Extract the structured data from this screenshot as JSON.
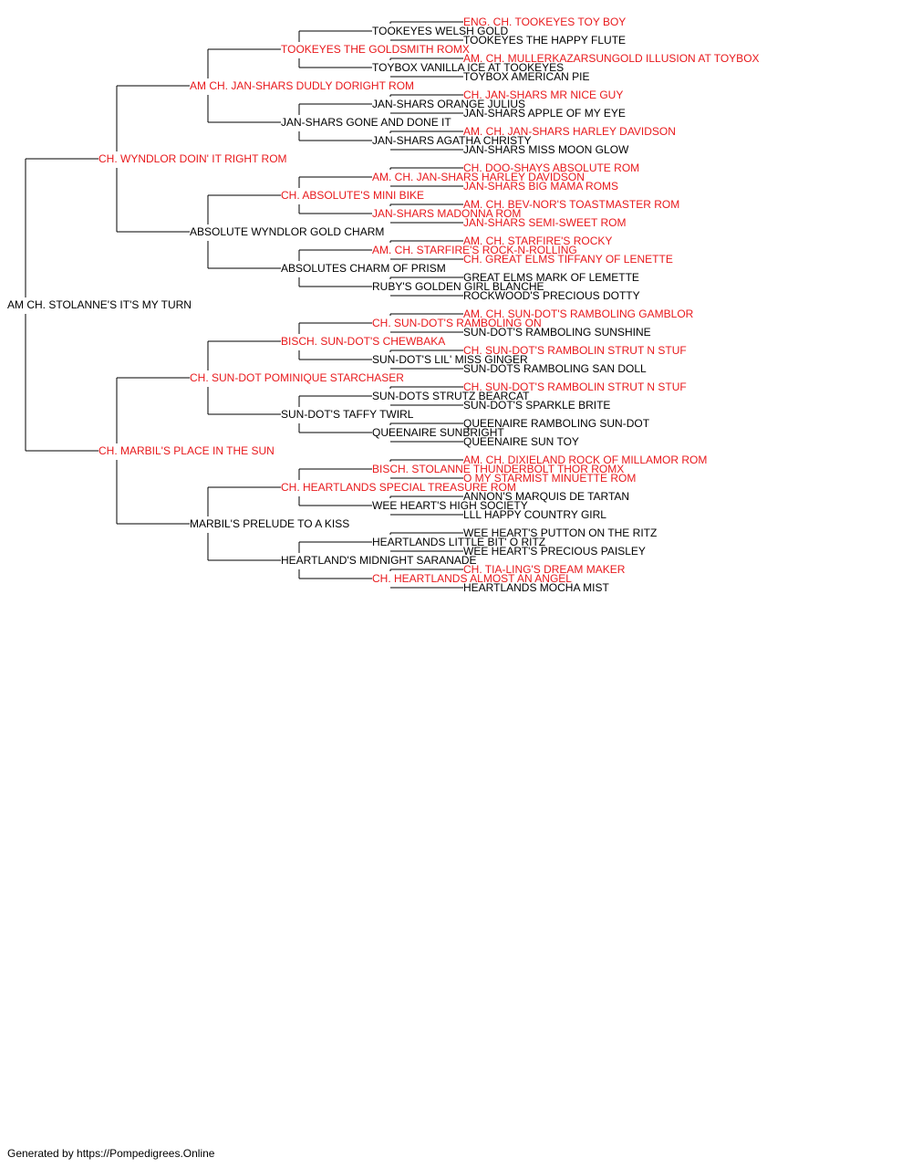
{
  "colors": {
    "champion": "#e8191c",
    "normal": "#000000",
    "line": "#000000"
  },
  "root": {
    "name": "AM CH. STOLANNE'S IT'S MY TURN",
    "champion": false
  },
  "parents": [
    {
      "name": "CH. WYNDLOR DOIN' IT RIGHT ROM",
      "champion": true
    },
    {
      "name": "CH. MARBIL'S PLACE IN THE SUN",
      "champion": true
    }
  ],
  "grandparents": [
    {
      "name": "AM CH. JAN-SHARS DUDLY DORIGHT ROM",
      "champion": true
    },
    {
      "name": "ABSOLUTE WYNDLOR GOLD CHARM",
      "champion": false
    },
    {
      "name": "CH. SUN-DOT POMINIQUE STARCHASER",
      "champion": true
    },
    {
      "name": "MARBIL'S PRELUDE TO A KISS",
      "champion": false
    }
  ],
  "great_grandparents": [
    {
      "name": "TOOKEYES THE GOLDSMITH ROMX",
      "champion": true
    },
    {
      "name": "JAN-SHARS GONE AND DONE IT",
      "champion": false
    },
    {
      "name": "CH. ABSOLUTE'S MINI BIKE",
      "champion": true
    },
    {
      "name": "ABSOLUTES CHARM OF PRISM",
      "champion": false
    },
    {
      "name": "BISCH. SUN-DOT'S CHEWBAKA",
      "champion": true
    },
    {
      "name": "SUN-DOT'S TAFFY TWIRL",
      "champion": false
    },
    {
      "name": "CH. HEARTLANDS SPECIAL TREASURE ROM",
      "champion": true
    },
    {
      "name": "HEARTLAND'S MIDNIGHT SARANADE",
      "champion": false
    }
  ],
  "generation_4": [
    {
      "name": "TOOKEYES WELSH GOLD",
      "champion": false
    },
    {
      "name": "TOYBOX VANILLA ICE AT TOOKEYES",
      "champion": false
    },
    {
      "name": "JAN-SHARS ORANGE JULIUS",
      "champion": false
    },
    {
      "name": "JAN-SHARS AGATHA CHRISTY",
      "champion": false
    },
    {
      "name": "AM. CH. JAN-SHARS HARLEY DAVIDSON",
      "champion": true
    },
    {
      "name": "JAN-SHARS MADONNA ROM",
      "champion": true
    },
    {
      "name": "AM. CH. STARFIRE'S ROCK-N-ROLLING",
      "champion": true
    },
    {
      "name": "RUBY'S GOLDEN GIRL BLANCHE",
      "champion": false
    },
    {
      "name": "CH. SUN-DOT'S RAMBOLING ON",
      "champion": true
    },
    {
      "name": "SUN-DOT'S LIL' MISS GINGER",
      "champion": false
    },
    {
      "name": "SUN-DOTS STRUTZ BEARCAT",
      "champion": false
    },
    {
      "name": "QUEENAIRE SUNBRIGHT",
      "champion": false
    },
    {
      "name": "BISCH. STOLANNE THUNDERBOLT THOR ROMX",
      "champion": true
    },
    {
      "name": "WEE HEART'S HIGH SOCIETY",
      "champion": false
    },
    {
      "name": "HEARTLANDS LITTLE BIT' O RITZ",
      "champion": false
    },
    {
      "name": "CH. HEARTLANDS ALMOST AN ANGEL",
      "champion": true
    }
  ],
  "generation_5": [
    {
      "name": "ENG. CH. TOOKEYES TOY BOY",
      "champion": true
    },
    {
      "name": "TOOKEYES THE HAPPY FLUTE",
      "champion": false
    },
    {
      "name": "AM. CH. MULLERKAZARSUNGOLD ILLUSION AT TOYBOX",
      "champion": true
    },
    {
      "name": "TOYBOX AMERICAN PIE",
      "champion": false
    },
    {
      "name": "CH. JAN-SHARS MR NICE GUY",
      "champion": true
    },
    {
      "name": "JAN-SHARS APPLE OF MY EYE",
      "champion": false
    },
    {
      "name": "AM. CH. JAN-SHARS HARLEY DAVIDSON",
      "champion": true
    },
    {
      "name": "JAN-SHARS MISS MOON GLOW",
      "champion": false
    },
    {
      "name": "CH. DOO-SHAYS ABSOLUTE ROM",
      "champion": true
    },
    {
      "name": "JAN-SHARS BIG MAMA ROMS",
      "champion": true
    },
    {
      "name": "AM. CH. BEV-NOR'S TOASTMASTER ROM",
      "champion": true
    },
    {
      "name": "JAN-SHARS SEMI-SWEET ROM",
      "champion": true
    },
    {
      "name": "AM. CH. STARFIRE'S ROCKY",
      "champion": true
    },
    {
      "name": "CH. GREAT ELMS TIFFANY OF LENETTE",
      "champion": true
    },
    {
      "name": "GREAT ELMS MARK OF LEMETTE",
      "champion": false
    },
    {
      "name": "ROCKWOOD'S PRECIOUS DOTTY",
      "champion": false
    },
    {
      "name": "AM. CH. SUN-DOT'S RAMBOLING GAMBLOR",
      "champion": true
    },
    {
      "name": "SUN-DOT'S RAMBOLING SUNSHINE",
      "champion": false
    },
    {
      "name": "CH. SUN-DOT'S RAMBOLIN STRUT N STUF",
      "champion": true
    },
    {
      "name": "SUN-DOTS RAMBOLING SAN DOLL",
      "champion": false
    },
    {
      "name": "CH. SUN-DOT'S RAMBOLIN STRUT N STUF",
      "champion": true
    },
    {
      "name": "SUN-DOT'S SPARKLE BRITE",
      "champion": false
    },
    {
      "name": "QUEENAIRE RAMBOLING SUN-DOT",
      "champion": false
    },
    {
      "name": "QUEENAIRE SUN TOY",
      "champion": false
    },
    {
      "name": "AM. CH. DIXIELAND ROCK OF MILLAMOR ROM",
      "champion": true
    },
    {
      "name": "O MY STARMIST MINUETTE ROM",
      "champion": true
    },
    {
      "name": "ANNON'S MARQUIS DE TARTAN",
      "champion": false
    },
    {
      "name": "LLL HAPPY COUNTRY GIRL",
      "champion": false
    },
    {
      "name": "WEE HEART'S PUTTON ON THE RITZ",
      "champion": false
    },
    {
      "name": "WEE HEART'S PRECIOUS PAISLEY",
      "champion": false
    },
    {
      "name": "CH. TIA-LING'S DREAM MAKER",
      "champion": true
    },
    {
      "name": "HEARTLANDS MOCHA MIST",
      "champion": false
    }
  ],
  "footer": {
    "text": "Generated by https://Pompedigrees.Online"
  }
}
